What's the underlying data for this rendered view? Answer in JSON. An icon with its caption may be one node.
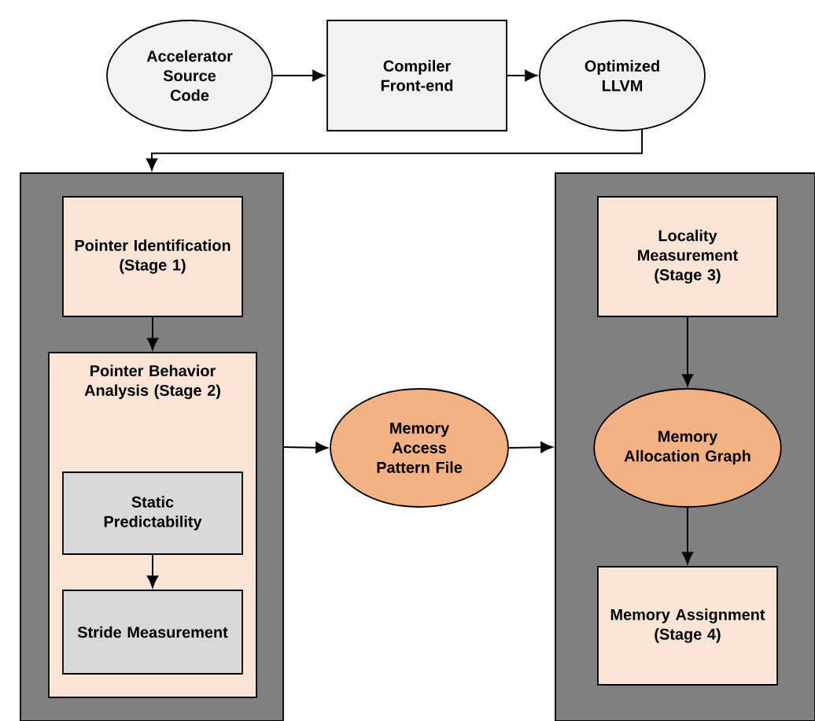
{
  "diagram": {
    "nodes": [
      {
        "text": [
          "Accelerator Source Code"
        ]
      },
      {
        "text": [
          "Compiler Front-end"
        ]
      },
      {
        "text": [
          "Optimized LLVM"
        ]
      },
      {
        "text": [],
        "shape": "box"
      },
      {
        "text": [
          "Pointer Identification (Stage 1)"
        ],
        "in": 3
      },
      {
        "text": [
          "Pointer Behavior Analysis (Stage 2)"
        ],
        "in": 3
      },
      {
        "text": [
          "Static Predictability"
        ],
        "in": 5
      },
      {
        "text": [
          "Stride Measurement"
        ],
        "in": 5
      },
      {
        "text": [
          "Memory Access Pattern File"
        ]
      },
      {
        "text": [],
        "shape": "box"
      },
      {
        "text": [
          "Locality Measurement (Stage 3)"
        ],
        "in": 9
      },
      {
        "text": [
          "Memory Allocation Graph"
        ],
        "in": 9
      },
      {
        "text": [
          "Memory Assignment (Stage 4)"
        ],
        "in": 9
      }
    ],
    "edges": [
      {
        "from": 0,
        "to": 1,
        "arrow": "to"
      },
      {
        "from": 1,
        "to": 2,
        "arrow": "to"
      },
      {
        "from": 2,
        "to": 3,
        "arrow": "to"
      },
      {
        "from": 4,
        "to": 5,
        "arrow": "to"
      },
      {
        "from": 6,
        "to": 7,
        "arrow": "to"
      },
      {
        "from": 3,
        "to": 8,
        "arrow": "to"
      },
      {
        "from": 8,
        "to": 9,
        "arrow": "to"
      },
      {
        "from": 10,
        "to": 11,
        "arrow": "to"
      },
      {
        "from": 11,
        "to": 12,
        "arrow": "to"
      }
    ]
  }
}
